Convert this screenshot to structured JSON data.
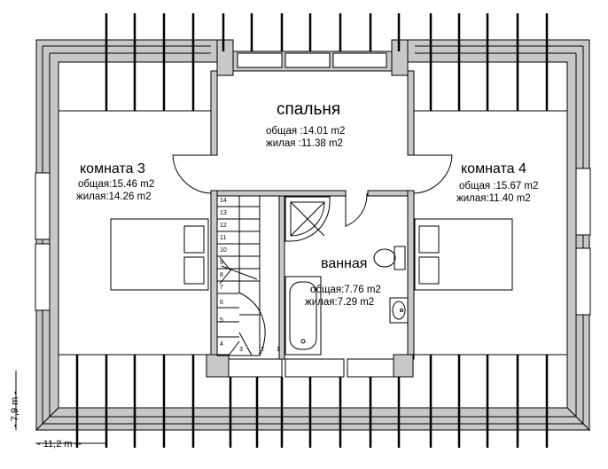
{
  "rooms": [
    {
      "id": "bedroom",
      "name": "спальня",
      "total": "общая :14.01 m2",
      "living": "жилая :11.38 m2"
    },
    {
      "id": "room3",
      "name": "комната 3",
      "total": "общая:15.46 m2",
      "living": "жилая:14.26 m2"
    },
    {
      "id": "room4",
      "name": "комната 4",
      "total": "общая :15.67 m2",
      "living": "жилая:11.40 m2"
    },
    {
      "id": "bathroom",
      "name": "ванная",
      "total": "общая:7.76 m2",
      "living": "жилая:7.29 m2"
    }
  ],
  "stairs": {
    "steps": [
      "1",
      "2",
      "3",
      "4",
      "5",
      "6",
      "7",
      "8",
      "9",
      "10",
      "11",
      "12",
      "13",
      "14"
    ]
  },
  "dimensions": {
    "width": "- 11,2 m --",
    "height": "- 7,9 m -"
  },
  "colors": {
    "wall": "#c8c8c8",
    "stroke": "#000000"
  }
}
